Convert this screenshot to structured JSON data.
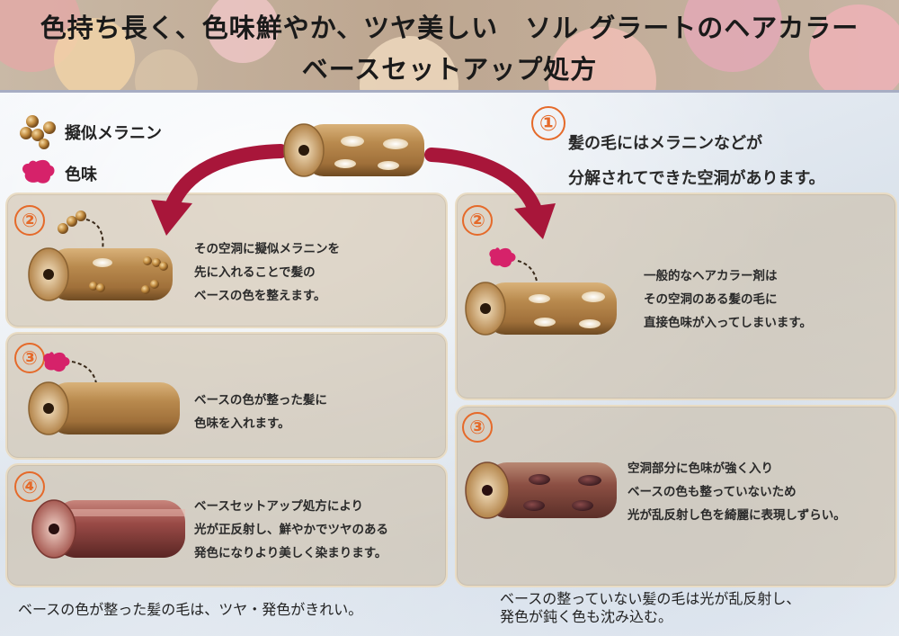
{
  "header": {
    "title_line1": "色持ち長く、色味鮮やか、ツヤ美しい　ソル グラートのヘアカラー",
    "title_line2": "ベースセットアップ処方"
  },
  "legend": {
    "melanin": "擬似メラニン",
    "color": "色味"
  },
  "step1": {
    "number": "①",
    "line1": "髪の毛にはメラニンなどが",
    "line2": "分解されてできた空洞があります。"
  },
  "left_panels": [
    {
      "number": "②",
      "lines": [
        "その空洞に擬似メラニンを",
        "先に入れることで髪の",
        "ベースの色を整えます。"
      ]
    },
    {
      "number": "③",
      "lines": [
        "ベースの色が整った髪に",
        "色味を入れます。"
      ]
    },
    {
      "number": "④",
      "lines": [
        "ベースセットアップ処方により",
        "光が正反射し、鮮やかでツヤのある",
        "発色になりより美しく染まります。"
      ]
    }
  ],
  "right_panels": [
    {
      "number": "②",
      "lines": [
        "一般的なヘアカラー剤は",
        "その空洞のある髪の毛に",
        "直接色味が入ってしまいます。"
      ]
    },
    {
      "number": "③",
      "lines": [
        "空洞部分に色味が強く入り",
        "ベースの色も整っていないため",
        "光が乱反射し色を綺麗に表現しずらい。"
      ]
    }
  ],
  "captions": {
    "left": "ベースの色が整った髪の毛は、ツヤ・発色がきれい。",
    "right_line1": "ベースの整っていない髪の毛は光が乱反射し、",
    "right_line2": "発色が鈍く色も沈み込む。"
  },
  "colors": {
    "hair_gold": "#b98a4e",
    "hair_red": "#8a3f3a",
    "arrow": "#a8163a",
    "dye": "#d6226a",
    "number_orange": "#e56a2a"
  }
}
